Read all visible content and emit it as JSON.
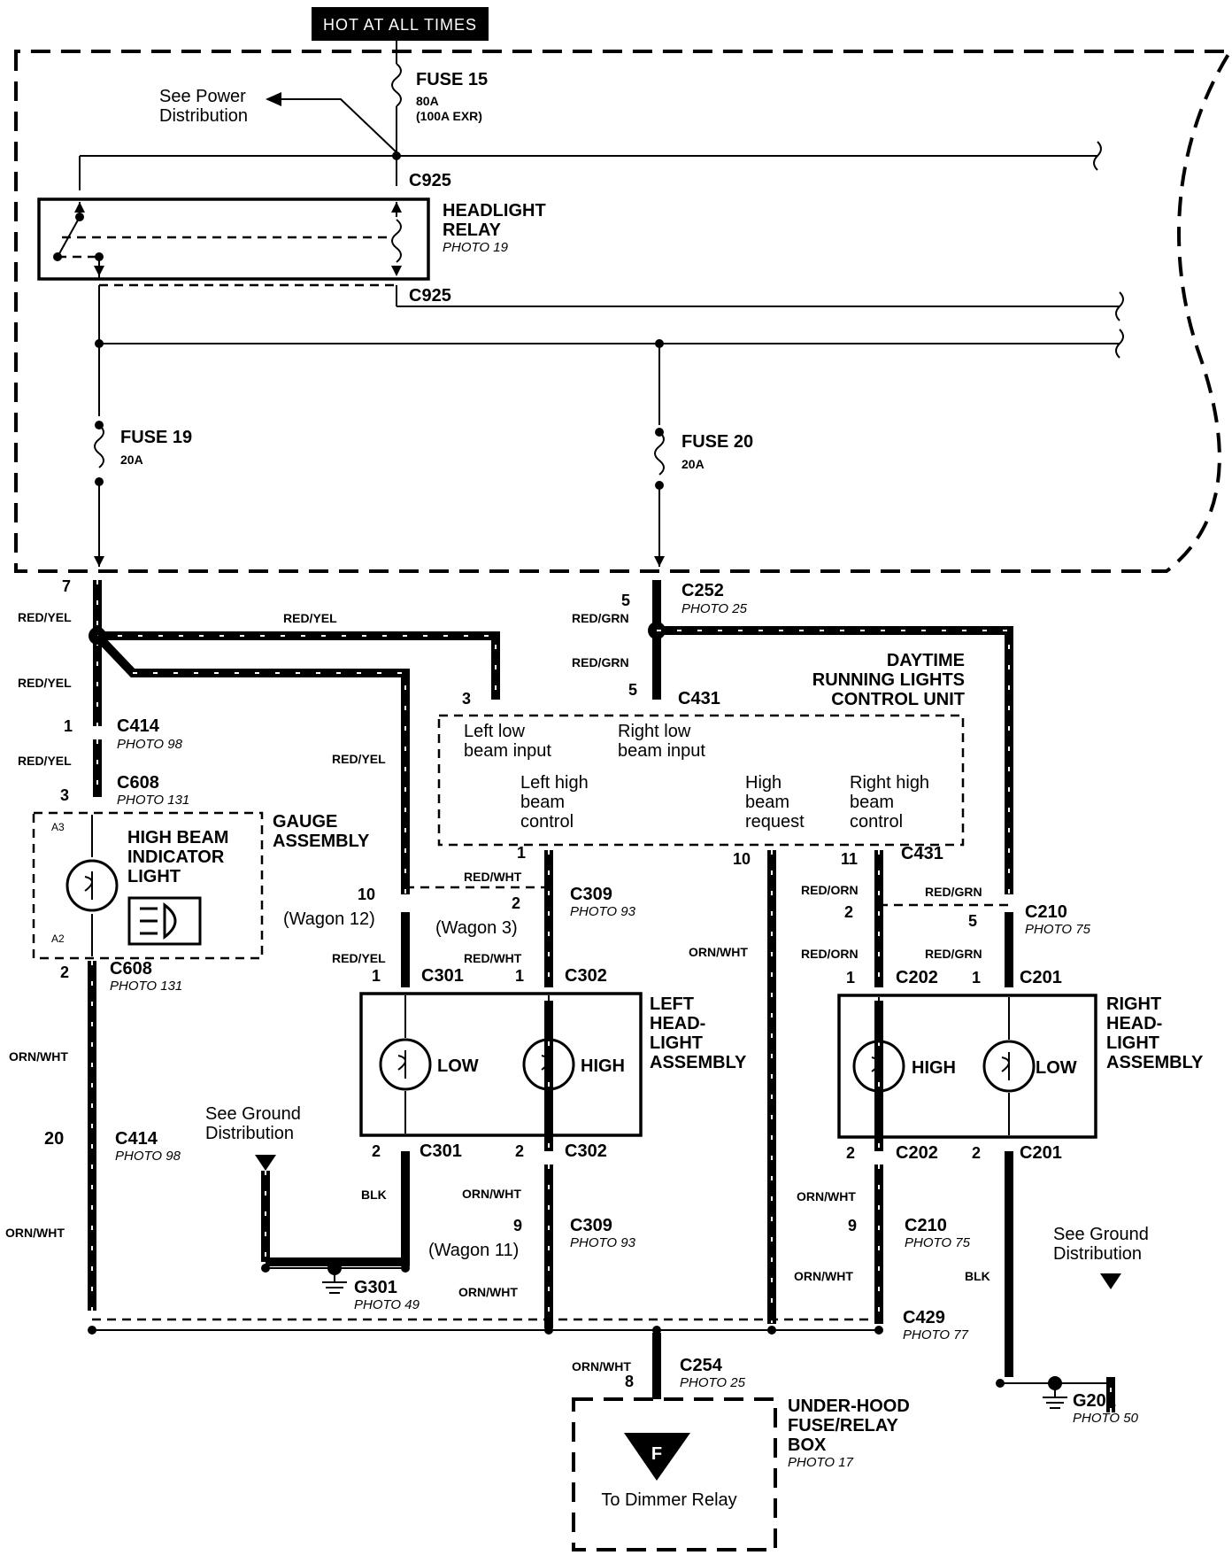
{
  "header": {
    "hot_at_all_times": "HOT AT ALL TIMES"
  },
  "fuses": {
    "fuse15": {
      "label": "FUSE 15",
      "rating": "80A",
      "rating_alt": "(100A EXR)"
    },
    "fuse19": {
      "label": "FUSE 19",
      "rating": "20A"
    },
    "fuse20": {
      "label": "FUSE 20",
      "rating": "20A"
    }
  },
  "refs": {
    "power": [
      "See Power",
      "Distribution"
    ],
    "ground_left": [
      "See Ground",
      "Distribution"
    ],
    "ground_right": [
      "See Ground",
      "Distribution"
    ]
  },
  "relay": {
    "label1": "HEADLIGHT",
    "label2": "RELAY",
    "photo": "PHOTO 19"
  },
  "connectors": {
    "c925_top": "C925",
    "c925_bottom": "C925",
    "c252": {
      "name": "C252",
      "photo": "PHOTO 25",
      "pin_left": "7",
      "pin_right": "5"
    },
    "c431_top": {
      "name": "C431",
      "pin_a": "3",
      "pin_b": "5"
    },
    "c414_top": {
      "name": "C414",
      "photo": "PHOTO 98",
      "pin": "1"
    },
    "c608_top": {
      "name": "C608",
      "photo": "PHOTO 131",
      "pin": "3"
    },
    "c608_bottom": {
      "name": "C608",
      "photo": "PHOTO 131",
      "pin": "2"
    },
    "c431_bottom": {
      "name": "C431",
      "pin_a": "1",
      "pin_b": "10",
      "pin_c": "11"
    },
    "c309_top": {
      "name": "C309",
      "photo": "PHOTO 93",
      "pin_a": "10",
      "alt_a": "(Wagon 12)",
      "pin_b": "2",
      "alt_b": "(Wagon 3)"
    },
    "c210_top": {
      "name": "C210",
      "photo": "PHOTO 75",
      "pin_a": "2",
      "pin_b": "5"
    },
    "c301_top": {
      "name": "C301",
      "pin": "1"
    },
    "c302_top": {
      "name": "C302",
      "pin": "1"
    },
    "c202_top": {
      "name": "C202",
      "pin": "1"
    },
    "c201_top": {
      "name": "C201",
      "pin": "1"
    },
    "c414_bottom": {
      "name": "C414",
      "photo": "PHOTO 98",
      "pin": "20"
    },
    "c301_bottom": {
      "name": "C301",
      "pin": "2"
    },
    "c302_bottom": {
      "name": "C302",
      "pin": "2"
    },
    "c202_bottom": {
      "name": "C202",
      "pin": "2"
    },
    "c201_bottom": {
      "name": "C201",
      "pin": "2"
    },
    "c309_bottom": {
      "name": "C309",
      "photo": "PHOTO 93",
      "pin": "9",
      "alt": "(Wagon 11)"
    },
    "c210_bottom": {
      "name": "C210",
      "photo": "PHOTO 75",
      "pin": "9"
    },
    "c429": {
      "name": "C429",
      "photo": "PHOTO 77"
    },
    "c254": {
      "name": "C254",
      "photo": "PHOTO 25",
      "pin": "8"
    }
  },
  "grounds": {
    "g301": {
      "name": "G301",
      "photo": "PHOTO 49"
    },
    "g201": {
      "name": "G201",
      "photo": "PHOTO 50"
    }
  },
  "wires": {
    "red_yel_1": "RED/YEL",
    "red_yel_2": "RED/YEL",
    "red_yel_3": "RED/YEL",
    "red_yel_4": "RED/YEL",
    "red_yel_5": "RED/YEL",
    "red_yel_6": "RED/YEL",
    "red_grn_1": "RED/GRN",
    "red_grn_2": "RED/GRN",
    "red_grn_3": "RED/GRN",
    "red_grn_4": "RED/GRN",
    "red_wht_1": "RED/WHT",
    "red_wht_2": "RED/WHT",
    "red_orn_1": "RED/ORN",
    "red_orn_2": "RED/ORN",
    "orn_wht_1": "ORN/WHT",
    "orn_wht_2": "ORN/WHT",
    "orn_wht_3": "ORN/WHT",
    "orn_wht_4": "ORN/WHT",
    "orn_wht_5": "ORN/WHT",
    "orn_wht_6": "ORN/WHT",
    "orn_wht_7": "ORN/WHT",
    "orn_wht_8": "ORN/WHT",
    "blk_1": "BLK",
    "blk_2": "BLK"
  },
  "drl_unit": {
    "title": [
      "DAYTIME",
      "RUNNING LIGHTS",
      "CONTROL UNIT"
    ],
    "left_low": [
      "Left low",
      "beam input"
    ],
    "right_low": [
      "Right low",
      "beam input"
    ],
    "left_high": [
      "Left high",
      "beam",
      "control"
    ],
    "high_request": [
      "High",
      "beam",
      "request"
    ],
    "right_high": [
      "Right high",
      "beam",
      "control"
    ]
  },
  "gauge": {
    "title": [
      "GAUGE",
      "ASSEMBLY"
    ],
    "light": [
      "HIGH BEAM",
      "INDICATOR",
      "LIGHT"
    ],
    "pin_top": "A3",
    "pin_bottom": "A2"
  },
  "left_headlight": {
    "title": [
      "LEFT",
      "HEAD-",
      "LIGHT",
      "ASSEMBLY"
    ],
    "low": "LOW",
    "high": "HIGH"
  },
  "right_headlight": {
    "title": [
      "RIGHT",
      "HEAD-",
      "LIGHT",
      "ASSEMBLY"
    ],
    "low": "LOW",
    "high": "HIGH"
  },
  "underhood": {
    "title": [
      "UNDER-HOOD",
      "FUSE/RELAY",
      "BOX"
    ],
    "photo": "PHOTO 17",
    "symbol": "F",
    "note": "To Dimmer Relay"
  }
}
